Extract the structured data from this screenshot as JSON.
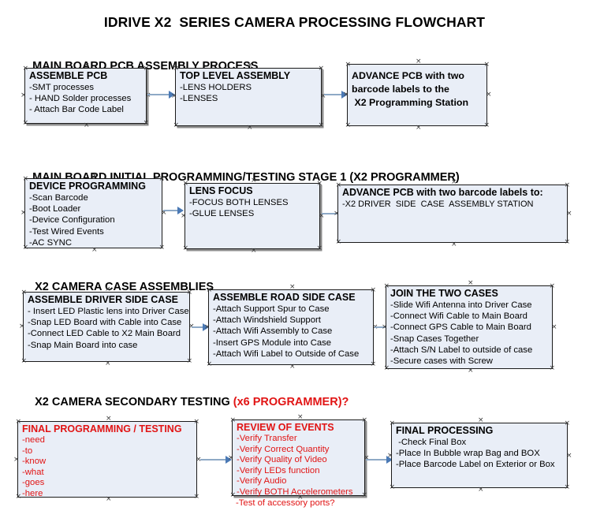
{
  "document": {
    "title": "IDRIVE X2  SERIES CAMERA PROCESSING FLOWCHART",
    "accent_color": "#e11414",
    "box_fill": "#e9eef7",
    "box_border": "#1a1a1a",
    "arrow_shaft_color": "#8ea9c6",
    "arrow_head_color": "#4a79b5"
  },
  "sections": [
    {
      "heading": "MAIN BOARD PCB ASSEMBLY PROCESS",
      "heading_accent": "",
      "boxes": [
        {
          "title": "ASSEMBLE PCB",
          "lines": [
            "-SMT processes",
            "- HAND Solder processes",
            "- Attach Bar Code Label"
          ]
        },
        {
          "title": "TOP LEVEL ASSEMBLY",
          "lines": [
            "-LENS HOLDERS",
            "-LENSES"
          ]
        },
        {
          "title": "",
          "paragraph": [
            "ADVANCE PCB with two",
            "barcode labels to the",
            " X2 Programming Station"
          ],
          "lines": []
        }
      ]
    },
    {
      "heading": "MAIN BOARD INITIAL PROGRAMMING/TESTING STAGE 1 (X2 PROGRAMMER)",
      "heading_accent": "",
      "boxes": [
        {
          "title": "DEVICE PROGRAMMING",
          "lines": [
            "-Scan Barcode",
            "-Boot Loader",
            "-Device Configuration",
            "-Test Wired Events",
            "-AC SYNC"
          ]
        },
        {
          "title": "LENS FOCUS",
          "lines": [
            "-FOCUS BOTH LENSES",
            "-GLUE LENSES"
          ]
        },
        {
          "title": "ADVANCE PCB with two barcode labels to:",
          "lines": [
            "-X2 DRIVER  SIDE  CASE  ASSEMBLY STATION"
          ]
        }
      ]
    },
    {
      "heading": "X2 CAMERA CASE ASSEMBLIES",
      "heading_accent": "",
      "boxes": [
        {
          "title": "ASSEMBLE DRIVER SIDE CASE",
          "lines": [
            "- Insert LED Plastic lens into Driver Case",
            "-Snap LED Board with Cable into Case",
            "-Connect LED Cable to X2 Main Board",
            "-Snap Main Board into case"
          ]
        },
        {
          "title": "ASSEMBLE ROAD SIDE CASE",
          "lines": [
            "-Attach Support Spur to Case",
            "-Attach Windshield Support",
            "-Attach Wifi Assembly to Case",
            "-Insert GPS Module into Case",
            "-Attach Wifi Label to Outside of Case"
          ]
        },
        {
          "title": "JOIN THE TWO CASES",
          "lines": [
            "-Slide Wifi Antenna into Driver Case",
            "-Connect Wifi Cable to Main Board",
            "-Connect GPS Cable to Main Board",
            "-Snap Cases Together",
            "-Attach S/N Label to outside of case",
            "-Secure cases with Screw"
          ]
        }
      ]
    },
    {
      "heading": "X2 CAMERA SECONDARY TESTING ",
      "heading_accent": "(x6 PROGRAMMER)?",
      "boxes": [
        {
          "title": "FINAL PROGRAMMING / TESTING",
          "lines": [
            "-need",
            "-to",
            "-know",
            "-what",
            "-goes",
            "-here"
          ]
        },
        {
          "title": "REVIEW OF EVENTS",
          "lines": [
            "-Verify Transfer",
            "-Verify Correct Quantity",
            "-Verify Quality of Video",
            "-Verify LEDs function",
            "-Verify Audio",
            "-Verify BOTH Accelerometers"
          ],
          "overflow_line": "-Test of accessory ports?"
        },
        {
          "title": "FINAL PROCESSING",
          "lines": [
            " -Check Final Box",
            "-Place In Bubble wrap Bag and BOX",
            "-Place Barcode Label on Exterior or Box"
          ]
        }
      ]
    }
  ]
}
